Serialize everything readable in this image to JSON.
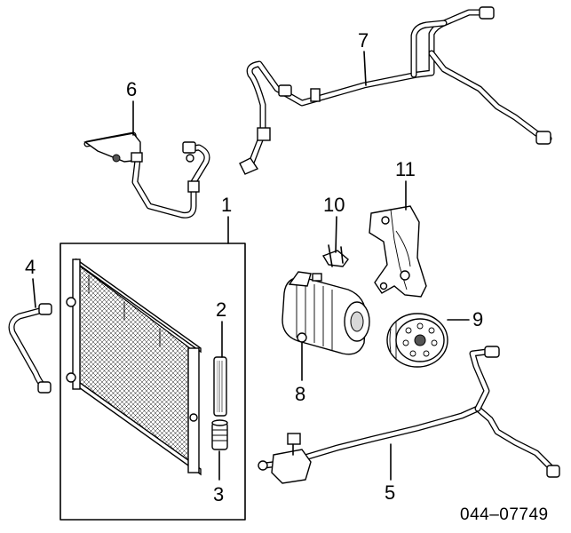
{
  "diagram": {
    "parts": [
      {
        "number": "1",
        "name": "condenser-assembly"
      },
      {
        "number": "2",
        "name": "receiver-dryer"
      },
      {
        "number": "3",
        "name": "dryer-cap"
      },
      {
        "number": "4",
        "name": "hose"
      },
      {
        "number": "5",
        "name": "liquid-tube"
      },
      {
        "number": "6",
        "name": "discharge-hose"
      },
      {
        "number": "7",
        "name": "suction-hose"
      },
      {
        "number": "8",
        "name": "compressor"
      },
      {
        "number": "9",
        "name": "clutch-pulley"
      },
      {
        "number": "10",
        "name": "bracket-clip"
      },
      {
        "number": "11",
        "name": "mounting-bracket"
      }
    ],
    "code": "044–07749"
  }
}
